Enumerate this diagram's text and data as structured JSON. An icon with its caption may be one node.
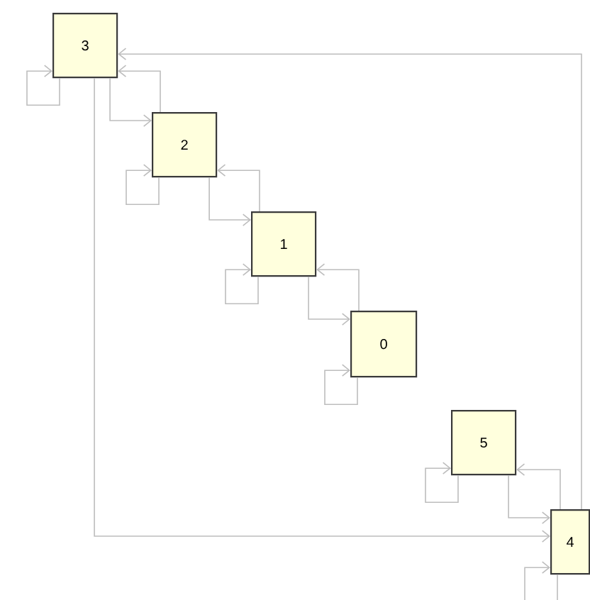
{
  "diagram": {
    "nodes": [
      {
        "text": [
          "3"
        ]
      },
      {
        "text": [
          "2"
        ]
      },
      {
        "text": [
          "1"
        ]
      },
      {
        "text": [
          "0"
        ]
      },
      {
        "text": [
          "5"
        ]
      },
      {
        "text": [
          "4"
        ]
      }
    ],
    "edges": [
      {
        "from": 0,
        "to": 0,
        "arrow": "to"
      },
      {
        "from": 0,
        "to": 1,
        "arrow": "to"
      },
      {
        "from": 1,
        "to": 0,
        "arrow": "to"
      },
      {
        "from": 1,
        "to": 1,
        "arrow": "to"
      },
      {
        "from": 1,
        "to": 2,
        "arrow": "to"
      },
      {
        "from": 2,
        "to": 1,
        "arrow": "to"
      },
      {
        "from": 2,
        "to": 2,
        "arrow": "to"
      },
      {
        "from": 2,
        "to": 3,
        "arrow": "to"
      },
      {
        "from": 3,
        "to": 2,
        "arrow": "to"
      },
      {
        "from": 3,
        "to": 3,
        "arrow": "to"
      },
      {
        "from": 4,
        "to": 4,
        "arrow": "to"
      },
      {
        "from": 4,
        "to": 5,
        "arrow": "to"
      },
      {
        "from": 5,
        "to": 4,
        "arrow": "to"
      },
      {
        "from": 5,
        "to": 5,
        "arrow": "to"
      },
      {
        "from": 5,
        "to": 0,
        "arrow": "to"
      },
      {
        "from": 0,
        "to": 5,
        "arrow": "to"
      }
    ]
  }
}
